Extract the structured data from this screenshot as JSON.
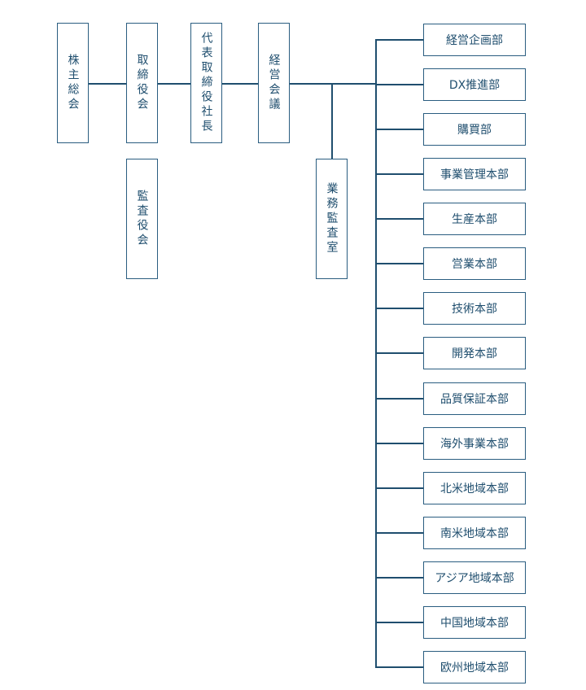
{
  "left_boxes": {
    "shareholders": "株主総会",
    "board": "取締役会",
    "president": "代表取締役社長",
    "management": "経営会議",
    "auditors": "監査役会",
    "internal_audit": "業務監査室"
  },
  "departments": [
    "経営企画部",
    "DX推進部",
    "購買部",
    "事業管理本部",
    "生産本部",
    "営業本部",
    "技術本部",
    "開発本部",
    "品質保証本部",
    "海外事業本部",
    "北米地域本部",
    "南米地域本部",
    "アジア地域本部",
    "中国地域本部",
    "欧州地域本部"
  ],
  "colors": {
    "line": "#1f4e6e",
    "border": "#2a5d80",
    "text": "#1f4e6e"
  }
}
